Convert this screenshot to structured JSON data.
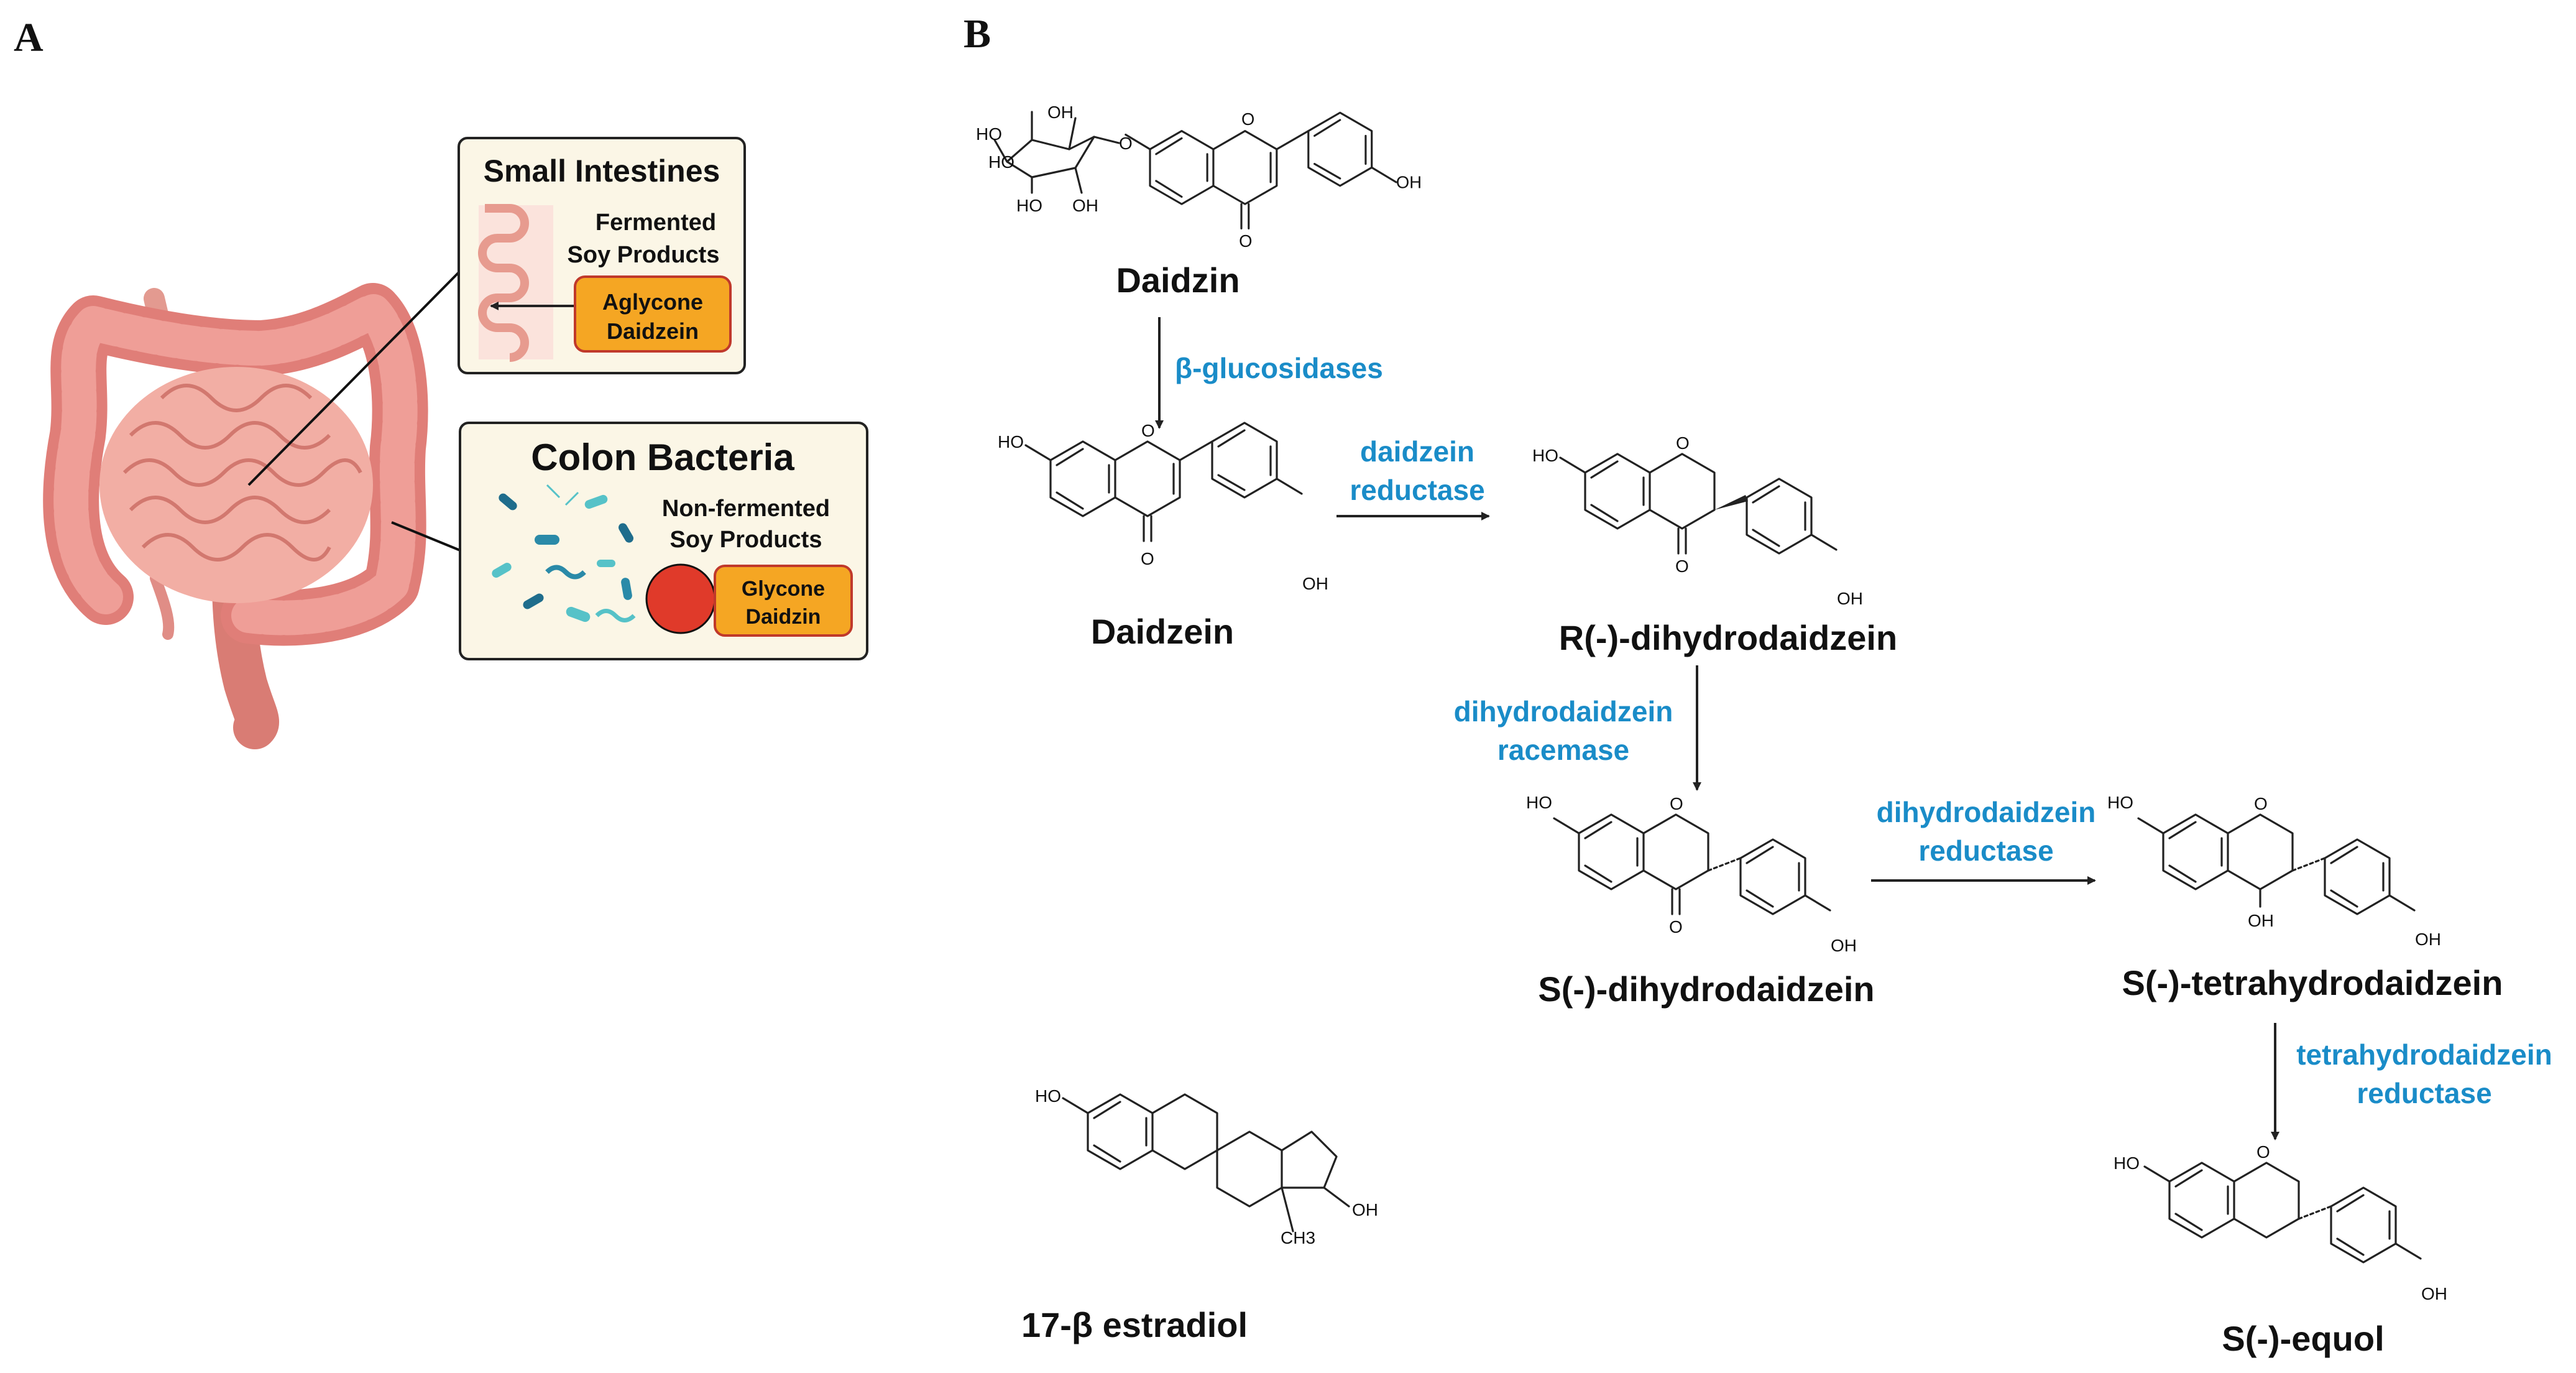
{
  "panels": {
    "a": {
      "letter": "A"
    },
    "b": {
      "letter": "B"
    }
  },
  "small_intestines_box": {
    "title": "Small Intestines",
    "fermented_line1": "Fermented",
    "fermented_line2": "Soy Products",
    "aglycone_line1": "Aglycone",
    "aglycone_line2": "Daidzein"
  },
  "colon_box": {
    "title": "Colon Bacteria",
    "nonfermented_line1": "Non-fermented",
    "nonfermented_line2": "Soy Products",
    "glycone_line1": "Glycone",
    "glycone_line2": "Daidzin"
  },
  "compounds": {
    "daidzin": "Daidzin",
    "daidzein": "Daidzein",
    "r_dhd": "R(-)-dihydrodaidzein",
    "s_dhd": "S(-)-dihydrodaidzein",
    "s_thd": "S(-)-tetrahydrodaidzein",
    "s_equol": "S(-)-equol",
    "estradiol": "17-β estradiol"
  },
  "enzymes": {
    "glucosidase": "β-glucosidases",
    "dz_reductase_1": "daidzein",
    "dz_reductase_2": "reductase",
    "racemase_1": "dihydrodaidzein",
    "racemase_2": "racemase",
    "dhd_reductase_1": "dihydrodaidzein",
    "dhd_reductase_2": "reductase",
    "thd_reductase_1": "tetrahydrodaidzein",
    "thd_reductase_2": "reductase"
  },
  "atoms": {
    "oh": "OH",
    "ho": "HO",
    "o": "O",
    "ch3": "CH3"
  },
  "colors": {
    "enzyme_blue": "#1a8cc8",
    "box_fill": "#fbf6e6",
    "label_orange": "#f5a623",
    "label_border": "#c0392b",
    "red_circle": "#e03a2a",
    "intestine_pink": "#e99a92"
  }
}
